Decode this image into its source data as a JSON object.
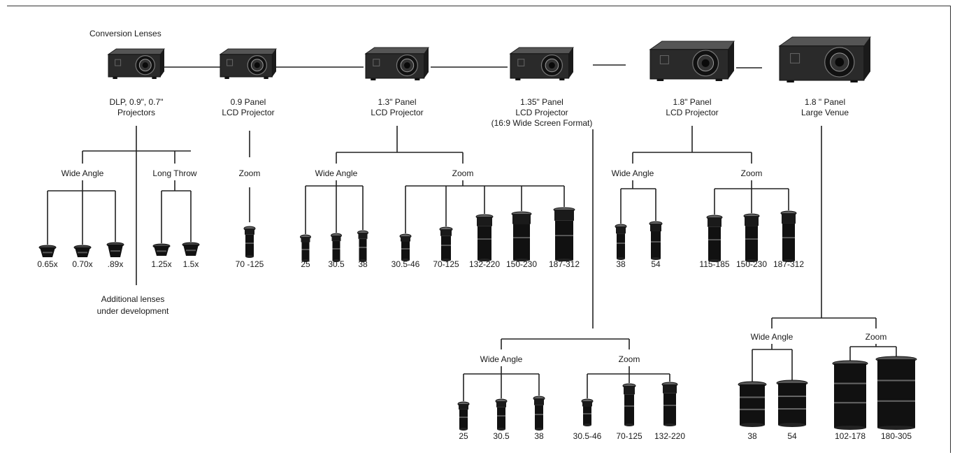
{
  "title": "Conversion Lenses",
  "projectors": [
    {
      "id": "p1",
      "line1": "DLP, 0.9\", 0.7\"",
      "line2": "Projectors",
      "line3": ""
    },
    {
      "id": "p2",
      "line1": "0.9 Panel",
      "line2": "LCD Projector",
      "line3": ""
    },
    {
      "id": "p3",
      "line1": "1.3\" Panel",
      "line2": "LCD Projector",
      "line3": ""
    },
    {
      "id": "p4",
      "line1": "1.35\" Panel",
      "line2": "LCD Projector",
      "line3": "(16:9 Wide Screen Format)"
    },
    {
      "id": "p5",
      "line1": "1.8\" Panel",
      "line2": "LCD Projector",
      "line3": ""
    },
    {
      "id": "p6",
      "line1": "1.8 \" Panel",
      "line2": "Large Venue",
      "line3": ""
    }
  ],
  "note": {
    "line1": "Additional lenses",
    "line2": "under development"
  },
  "groups": [
    {
      "id": "g1a",
      "label": "Wide Angle",
      "lenses": [
        "0.65x",
        "0.70x",
        ".89x"
      ]
    },
    {
      "id": "g1b",
      "label": "Long Throw",
      "lenses": [
        "1.25x",
        "1.5x"
      ]
    },
    {
      "id": "g2",
      "label": "Zoom",
      "lenses": [
        "70 -125"
      ]
    },
    {
      "id": "g3a",
      "label": "Wide Angle",
      "lenses": [
        "25",
        "30.5",
        "38"
      ]
    },
    {
      "id": "g3b",
      "label": "Zoom",
      "lenses": [
        "30.5-46",
        "70-125",
        "132-220",
        "150-230",
        "187-312"
      ]
    },
    {
      "id": "g4a",
      "label": "Wide Angle",
      "lenses": [
        "25",
        "30.5",
        "38"
      ]
    },
    {
      "id": "g4b",
      "label": "Zoom",
      "lenses": [
        "30.5-46",
        "70-125",
        "132-220"
      ]
    },
    {
      "id": "g5a",
      "label": "Wide Angle",
      "lenses": [
        "38",
        "54"
      ]
    },
    {
      "id": "g5b",
      "label": "Zoom",
      "lenses": [
        "115-185",
        "150-230",
        "187-312"
      ]
    },
    {
      "id": "g6a",
      "label": "Wide Angle",
      "lenses": [
        "38",
        "54"
      ]
    },
    {
      "id": "g6b",
      "label": "Zoom",
      "lenses": [
        "102-178",
        "180-305"
      ]
    }
  ]
}
